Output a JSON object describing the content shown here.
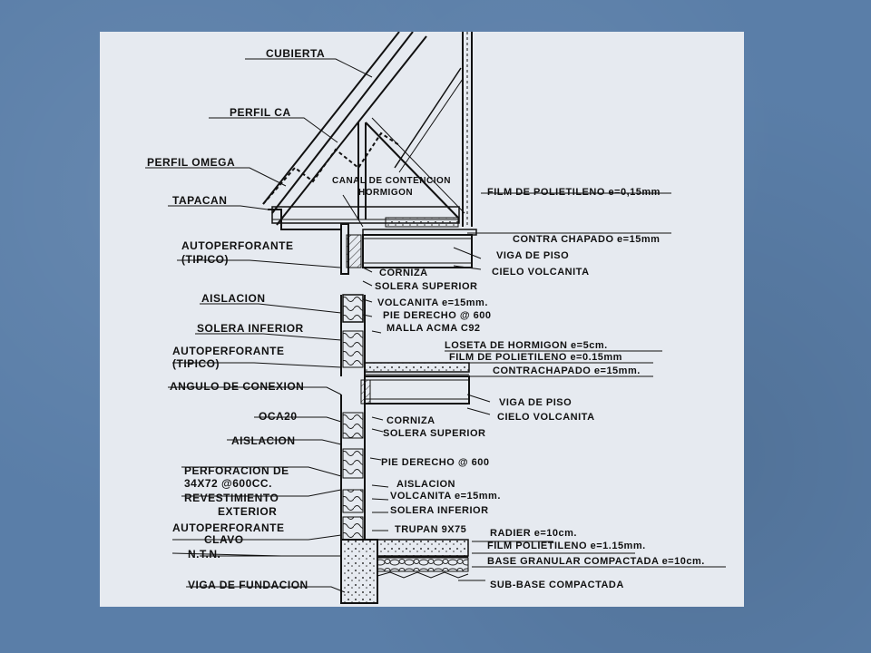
{
  "labels_left": [
    {
      "id": "cubierta",
      "text": "CUBIERTA"
    },
    {
      "id": "perfil-ca",
      "text": "PERFIL CA"
    },
    {
      "id": "perfil-omega",
      "text": "PERFIL OMEGA"
    },
    {
      "id": "tapacan",
      "text": "TAPACAN"
    },
    {
      "id": "autoperforante-1a",
      "text": "AUTOPERFORANTE"
    },
    {
      "id": "autoperforante-1b",
      "text": "(TIPICO)"
    },
    {
      "id": "aislacion-1",
      "text": "AISLACION"
    },
    {
      "id": "solera-inferior-1",
      "text": "SOLERA INFERIOR"
    },
    {
      "id": "autoperforante-2a",
      "text": "AUTOPERFORANTE"
    },
    {
      "id": "autoperforante-2b",
      "text": "(TIPICO)"
    },
    {
      "id": "angulo-conexion",
      "text": "ANGULO DE CONEXION"
    },
    {
      "id": "oca20",
      "text": "OCA20"
    },
    {
      "id": "aislacion-2",
      "text": "AISLACION"
    },
    {
      "id": "perforacion-a",
      "text": "PERFORACION DE"
    },
    {
      "id": "perforacion-b",
      "text": "34X72 @600CC."
    },
    {
      "id": "revestimiento-a",
      "text": "REVESTIMIENTO"
    },
    {
      "id": "revestimiento-b",
      "text": "EXTERIOR"
    },
    {
      "id": "autoperforante-3",
      "text": "AUTOPERFORANTE"
    },
    {
      "id": "clavo",
      "text": "CLAVO"
    },
    {
      "id": "ntn",
      "text": "N.T.N."
    },
    {
      "id": "viga-fundacion",
      "text": "VIGA DE FUNDACION"
    }
  ],
  "labels_right": [
    {
      "id": "canal-a",
      "text": "CANAL DE CONTENCION"
    },
    {
      "id": "canal-b",
      "text": "HORMIGON"
    },
    {
      "id": "film-1",
      "text": "FILM DE POLIETILENO e=0,15mm"
    },
    {
      "id": "contra-chapado-1",
      "text": "CONTRA CHAPADO e=15mm"
    },
    {
      "id": "viga-piso-1",
      "text": "VIGA DE PISO"
    },
    {
      "id": "cielo-1",
      "text": "CIELO VOLCANITA"
    },
    {
      "id": "cornisa-1",
      "text": "CORNIZA"
    },
    {
      "id": "solera-sup-1",
      "text": "SOLERA SUPERIOR"
    },
    {
      "id": "volcanita-1",
      "text": "VOLCANITA  e=15mm."
    },
    {
      "id": "pie-derecho-1",
      "text": "PIE DERECHO @ 600"
    },
    {
      "id": "malla",
      "text": "MALLA ACMA C92"
    },
    {
      "id": "loseta",
      "text": "LOSETA DE HORMIGON e=5cm."
    },
    {
      "id": "film-2",
      "text": "FILM DE POLIETILENO e=0.15mm"
    },
    {
      "id": "contrachapado-2",
      "text": "CONTRACHAPADO e=15mm."
    },
    {
      "id": "viga-piso-2",
      "text": "VIGA DE PISO"
    },
    {
      "id": "cielo-2",
      "text": "CIELO VOLCANITA"
    },
    {
      "id": "cornisa-2",
      "text": "CORNIZA"
    },
    {
      "id": "solera-sup-2",
      "text": "SOLERA SUPERIOR"
    },
    {
      "id": "pie-derecho-2",
      "text": "PIE DERECHO @ 600"
    },
    {
      "id": "aislacion-3",
      "text": "AISLACION"
    },
    {
      "id": "volcanita-2",
      "text": "VOLCANITA e=15mm."
    },
    {
      "id": "solera-inf-2",
      "text": "SOLERA INFERIOR"
    },
    {
      "id": "trupan",
      "text": "TRUPAN 9X75"
    },
    {
      "id": "radier",
      "text": "RADIER e=10cm."
    },
    {
      "id": "film-3",
      "text": "FILM POLIETILENO e=1.15mm."
    },
    {
      "id": "base",
      "text": "BASE GRANULAR COMPACTADA e=10cm."
    },
    {
      "id": "subbase",
      "text": "SUB-BASE COMPACTADA"
    }
  ],
  "colors": {
    "slide_bg": "#5a7ea8",
    "drawing_bg": "#e6eaf0",
    "ink": "#111111"
  }
}
